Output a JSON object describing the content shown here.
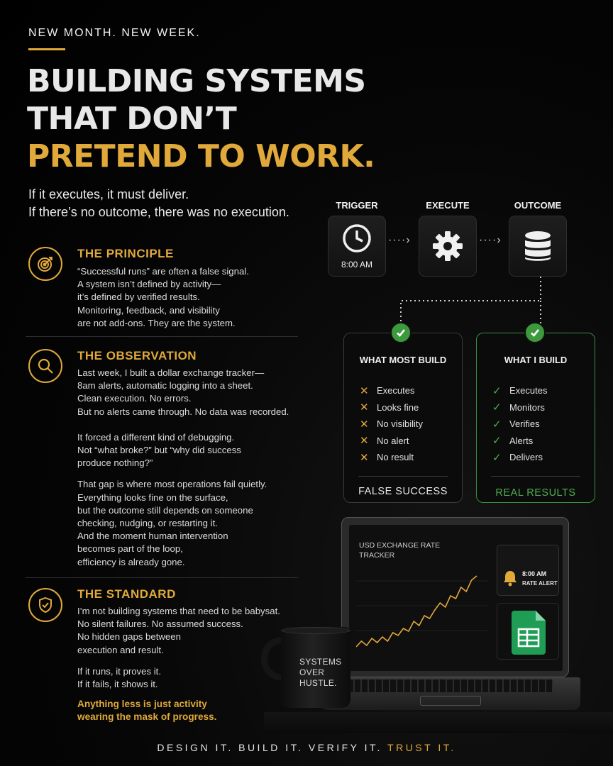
{
  "kicker": "NEW MONTH. NEW WEEK.",
  "headline": {
    "line1": "BUILDING SYSTEMS",
    "line2": "THAT DON’T",
    "line3": "PRETEND TO WORK."
  },
  "subheading": {
    "line1": "If it executes, it must deliver.",
    "line2": "If there’s no outcome, there was no execution."
  },
  "sections": {
    "principle": {
      "title": "THE PRINCIPLE",
      "icon": "target-icon",
      "lines": [
        "“Successful runs” are often a false signal.",
        "A system isn’t defined by activity—",
        "it’s defined by verified results.",
        "Monitoring, feedback, and visibility",
        "are not add-ons. They are the system."
      ]
    },
    "observation": {
      "title": "THE OBSERVATION",
      "icon": "magnifier-icon",
      "p1": [
        "Last week, I built a dollar exchange tracker—",
        "8am alerts, automatic logging into a sheet.",
        "Clean execution. No errors.",
        "But no alerts came through. No data was recorded."
      ],
      "p2": [
        "It forced a different kind of debugging.",
        "Not “what broke?” but “why did success",
        "produce nothing?”"
      ],
      "p3": [
        "That gap is where most operations fail quietly.",
        "Everything looks fine on the surface,",
        "but the outcome still depends on someone",
        "checking, nudging, or restarting it.",
        "And the moment human intervention",
        "becomes part of the loop,",
        "efficiency is already gone."
      ]
    },
    "standard": {
      "title": "THE STANDARD",
      "icon": "shield-check-icon",
      "p1": [
        "I’m not building systems that need to be babysat.",
        "No silent failures. No assumed success.",
        "No hidden gaps between",
        "execution and result."
      ],
      "p2": [
        "If it runs, it proves it.",
        "If it fails, it shows it."
      ],
      "highlight": [
        "Anything less is just activity",
        "wearing the mask of progress."
      ]
    }
  },
  "flow": {
    "steps": [
      {
        "label": "TRIGGER",
        "icon": "clock-icon",
        "caption": "8:00 AM"
      },
      {
        "label": "EXECUTE",
        "icon": "gear-icon",
        "caption": ""
      },
      {
        "label": "OUTCOME",
        "icon": "database-icon",
        "caption": ""
      }
    ],
    "arrow": "····›"
  },
  "comparison": {
    "left": {
      "title": "WHAT MOST BUILD",
      "items": [
        "Executes",
        "Looks fine",
        "No visibility",
        "No alert",
        "No result"
      ],
      "mark": "✕",
      "footer": "FALSE SUCCESS"
    },
    "right": {
      "title": "WHAT I BUILD",
      "items": [
        "Executes",
        "Monitors",
        "Verifies",
        "Alerts",
        "Delivers"
      ],
      "mark": "✓",
      "footer": "REAL RESULTS"
    }
  },
  "laptop": {
    "title_line1": "USD EXCHANGE RATE",
    "title_line2": "TRACKER",
    "alert_time": "8:00 AM",
    "alert_label": "RATE ALERT",
    "chart_data": {
      "type": "line",
      "title": "USD EXCHANGE RATE TRACKER",
      "xlabel": "",
      "ylabel": "",
      "values": [
        2,
        6,
        3,
        8,
        5,
        9,
        6,
        12,
        10,
        15,
        13,
        20,
        17,
        24,
        22,
        28,
        33,
        30,
        38,
        36,
        44,
        41,
        49,
        52
      ]
    }
  },
  "mug": {
    "line1": "SYSTEMS",
    "line2": "OVER",
    "line3": "HUSTLE."
  },
  "footer": {
    "main": "DESIGN IT. BUILD IT. VERIFY IT.",
    "accent": "TRUST IT."
  },
  "colors": {
    "gold": "#e0a93a",
    "green": "#3c9a3c",
    "background": "#000000"
  }
}
